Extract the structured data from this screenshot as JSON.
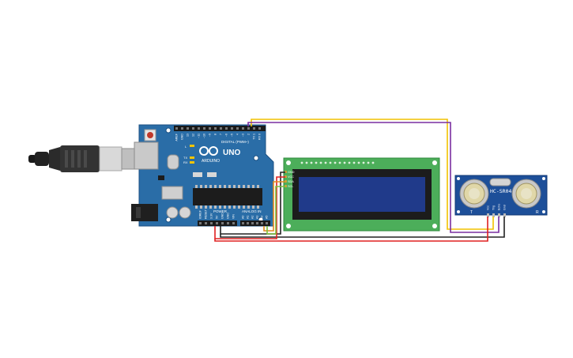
{
  "arduino": {
    "brand_label": "UNO",
    "maker_label": "ARDUINO",
    "digital_header_label": "DIGITAL (PWM~)",
    "power_header_label": "POWER",
    "analog_header_label": "ANALOG IN",
    "led_labels": [
      "L",
      "TX",
      "RX"
    ],
    "digital_pin_labels": [
      "AREF",
      "GND",
      "13",
      "12",
      "~11",
      "~10",
      "~9",
      "8",
      "7",
      "~6",
      "~5",
      "4",
      "~3",
      "2",
      "TX 1",
      "RX 0"
    ],
    "power_pin_labels": [
      "IOREF",
      "RESET",
      "3.3V",
      "5V",
      "GND",
      "GND",
      "VIN"
    ],
    "analog_pin_labels": [
      "A0",
      "A1",
      "A2",
      "A3",
      "A4",
      "A5"
    ],
    "board_color": "#2a6da7"
  },
  "lcd": {
    "pin_labels": [
      "GND",
      "VCC",
      "SDA",
      "SCL"
    ],
    "pcb_color": "#4cae5a",
    "screen_color": "#203a8a"
  },
  "sensor": {
    "model_label": "HC-SR04",
    "pin_labels": [
      "Vcc",
      "Trig",
      "Echo",
      "Gnd"
    ],
    "side_labels": [
      "T",
      "R"
    ],
    "board_color": "#1d4f99"
  },
  "wires": {
    "colors": {
      "red": "#e02020",
      "black": "#222222",
      "yellow": "#f2c200",
      "purple": "#7a2ea0",
      "green": "#7bbf3a",
      "orange": "#e08a1e"
    }
  }
}
